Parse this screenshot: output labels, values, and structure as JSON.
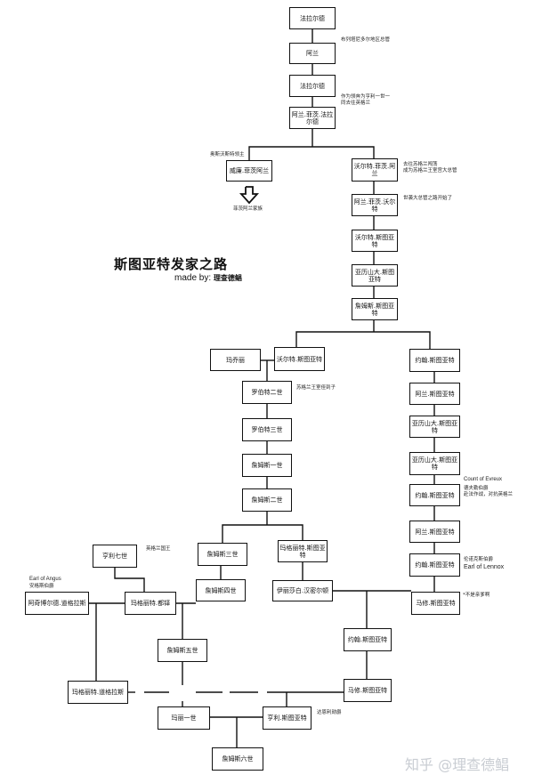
{
  "title": "斯图亚特发家之路",
  "made_by_prefix": "made by:",
  "made_by_name": "理查德鲳",
  "watermark": "知乎 @理查德鲳",
  "persons": {
    "p1": "法拉尔德",
    "p2": "阿兰",
    "p3": "法拉尔德",
    "p4": "阿兰.菲茨.法拉尔德",
    "p5": "威廉.菲茨阿兰",
    "p6": "沃尔特.菲茨.阿兰",
    "p7": "阿兰.菲茨.沃尔特",
    "p8": "沃尔特.斯图亚特",
    "p9": "亚历山大.斯图亚特",
    "p10": "詹姆斯.斯图亚特",
    "p11": "玛乔丽",
    "p12": "沃尔特.斯图亚特",
    "p13": "约翰.斯图亚特",
    "p14": "罗伯特二世",
    "p15": "阿兰.斯图亚特",
    "p16": "罗伯特三世",
    "p17": "亚历山大.斯图亚特",
    "p18": "詹姆斯一世",
    "p19": "亚历山大.斯图亚特",
    "p20": "詹姆斯二世",
    "p21": "约翰.斯图亚特",
    "p22": "阿兰.斯图亚特",
    "p23": "亨利七世",
    "p24": "詹姆斯三世",
    "p25": "玛格丽特.斯图亚特",
    "p26": "约翰.斯图亚特",
    "p27": "阿奇博尔德.道格拉斯",
    "p28": "玛格丽特.都铎",
    "p29": "詹姆斯四世",
    "p30": "伊丽莎白.汉密尔顿",
    "p31": "马修.斯图亚特",
    "p32": "詹姆斯五世",
    "p33": "约翰.斯图亚特",
    "p34": "玛格丽特.道格拉斯",
    "p35": "马修.斯图亚特",
    "p36": "玛丽一世",
    "p37": "亨利.斯图亚特",
    "p38": "詹姆斯六世"
  },
  "notes": {
    "n1": "布列塔尼多尔地区总管",
    "n2": "作为领奔为亨利一世一\n同去往英格兰",
    "n3": "奥斯沃斯特领主",
    "n4": "菲茨阿兰家族",
    "n5": "去往苏格兰闯荡\n成为苏格兰王室宫大总管",
    "n6": "世袭大总管之路开始了",
    "n7": "苏格兰王室侄到子",
    "n8": "Count of Evreux",
    "n9": "德夫勒伯爵\n赴法作战，对抗英格兰",
    "n10": "英格兰国王",
    "n11": "Earl of Angus",
    "n12": "安格斯伯爵",
    "n13": "伦诺克斯伯爵",
    "n14": "Earl of Lennox",
    "n15": "*不是亲爹啊",
    "n16": "达恩利勋爵"
  }
}
